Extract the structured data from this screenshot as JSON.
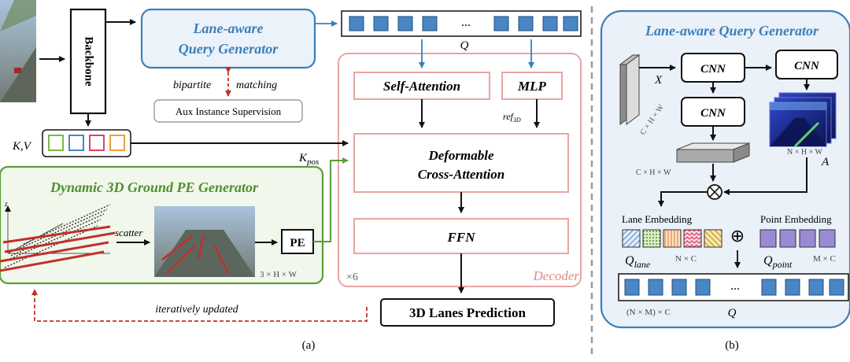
{
  "left": {
    "backbone": "Backbone",
    "query_generator_line1": "Lane-aware",
    "query_generator_line2": "Query Generator",
    "bipartite": "bipartite",
    "matching": "matching",
    "aux": "Aux Instance Supervision",
    "kv": "K,V",
    "kpos": "K",
    "kpos_sub": "pos",
    "q": "Q",
    "dots": "...",
    "self_attention": "Self-Attention",
    "mlp": "MLP",
    "ref": "ref",
    "ref_sub": "3D",
    "deformable_line1": "Deformable",
    "deformable_line2": "Cross-Attention",
    "ffn": "FFN",
    "x6": "×6",
    "decoder": "Decoder",
    "pe_generator": "Dynamic 3D Ground PE Generator",
    "scatter": "scatter",
    "z": "z",
    "pe": "PE",
    "pe_dim": "3 × H × W",
    "iter": "iteratively updated",
    "prediction": "3D Lanes Prediction",
    "caption": "(a)"
  },
  "right": {
    "title": "Lane-aware Query Generator",
    "x": "X",
    "x_dim": "C × H × W",
    "cnn": "CNN",
    "feat_dim": "C × H × W",
    "a_dim": "N × H × W",
    "a": "A",
    "lane_embedding": "Lane Embedding",
    "point_embedding": "Point Embedding",
    "q_lane": "Q",
    "q_lane_sub": "lane",
    "q_lane_dim": "N × C",
    "q_point": "Q",
    "q_point_sub": "point",
    "q_point_dim": "M × C",
    "oplus": "⊕",
    "otimes": "⊗",
    "dots": "...",
    "q_dim": "(N × M) × C",
    "q": "Q",
    "caption": "(b)"
  },
  "colors": {
    "blue_box": "#4a86c5",
    "panel_bg": "#eaf1f9",
    "green": "#5a9e3c",
    "green_bg": "#f0f6ea",
    "pink": "#e9a5a5",
    "red": "#c0302a",
    "purple": "#9a8ad6"
  }
}
